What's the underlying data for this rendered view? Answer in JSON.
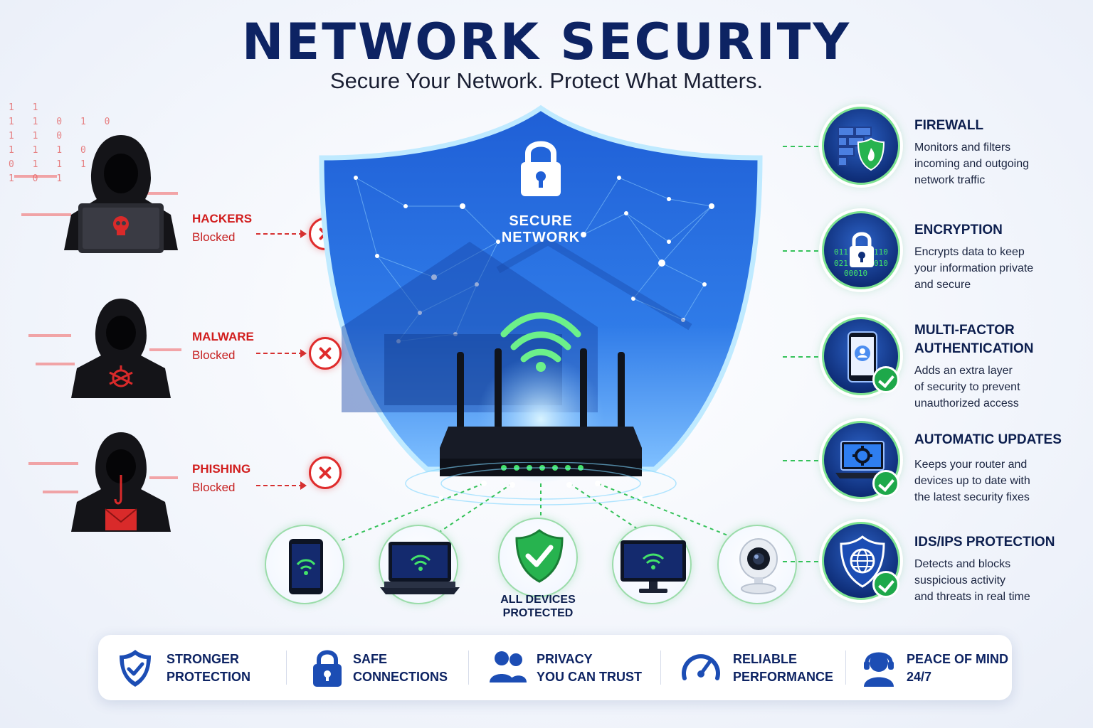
{
  "header": {
    "title": "NETWORK SECURITY",
    "subtitle": "Secure Your Network. Protect What Matters."
  },
  "shield": {
    "label_line1": "SECURE",
    "label_line2": "NETWORK"
  },
  "threats": [
    {
      "label": "HACKERS",
      "status": "Blocked",
      "icon": "skull-laptop-icon"
    },
    {
      "label": "MALWARE",
      "status": "Blocked",
      "icon": "bug-icon"
    },
    {
      "label": "PHISHING",
      "status": "Blocked",
      "icon": "phishing-hook-icon"
    }
  ],
  "binary_text": "1 1\n1 1 0 1 0\n1 1 0\n1 1 1 0 1\n0 1 1 1\n1 0 1",
  "features": [
    {
      "title": "FIREWALL",
      "desc": [
        "Monitors and filters",
        "incoming and outgoing",
        "network traffic"
      ],
      "icon": "firewall-icon"
    },
    {
      "title": "ENCRYPTION",
      "desc": [
        "Encrypts data to keep",
        "your information private",
        "and secure"
      ],
      "icon": "encryption-lock-icon"
    },
    {
      "title_line1": "MULTI-FACTOR",
      "title_line2": "AUTHENTICATION",
      "desc": [
        "Adds an extra layer",
        "of security to prevent",
        "unauthorized access"
      ],
      "icon": "phone-auth-icon"
    },
    {
      "title": "AUTOMATIC UPDATES",
      "desc": [
        "Keeps your router and",
        "devices up to date with",
        "the latest security fixes"
      ],
      "icon": "laptop-gear-icon"
    },
    {
      "title": "IDS/IPS PROTECTION",
      "desc": [
        "Detects and blocks",
        "suspicious activity",
        "and threats in real time"
      ],
      "icon": "shield-globe-icon"
    }
  ],
  "devices": {
    "protected_line1": "ALL DEVICES",
    "protected_line2": "PROTECTED",
    "items": [
      "smartphone-icon",
      "laptop-icon",
      "shield-check-icon",
      "monitor-icon",
      "security-camera-icon"
    ]
  },
  "benefits": [
    {
      "line1": "STRONGER",
      "line2": "PROTECTION",
      "icon": "shield-check-icon"
    },
    {
      "line1": "SAFE",
      "line2": "CONNECTIONS",
      "icon": "padlock-icon"
    },
    {
      "line1": "PRIVACY",
      "line2": "YOU CAN TRUST",
      "icon": "users-icon"
    },
    {
      "line1": "RELIABLE",
      "line2": "PERFORMANCE",
      "icon": "speedometer-icon"
    },
    {
      "line1": "PEACE OF MIND",
      "line2": "24/7",
      "icon": "support-agent-icon"
    }
  ],
  "colors": {
    "title": "#0d2363",
    "threat_red": "#d11d1d",
    "shield_blue": "#1f5fd6",
    "safe_green": "#35c25a",
    "feature_navy": "#0f2f7a"
  }
}
